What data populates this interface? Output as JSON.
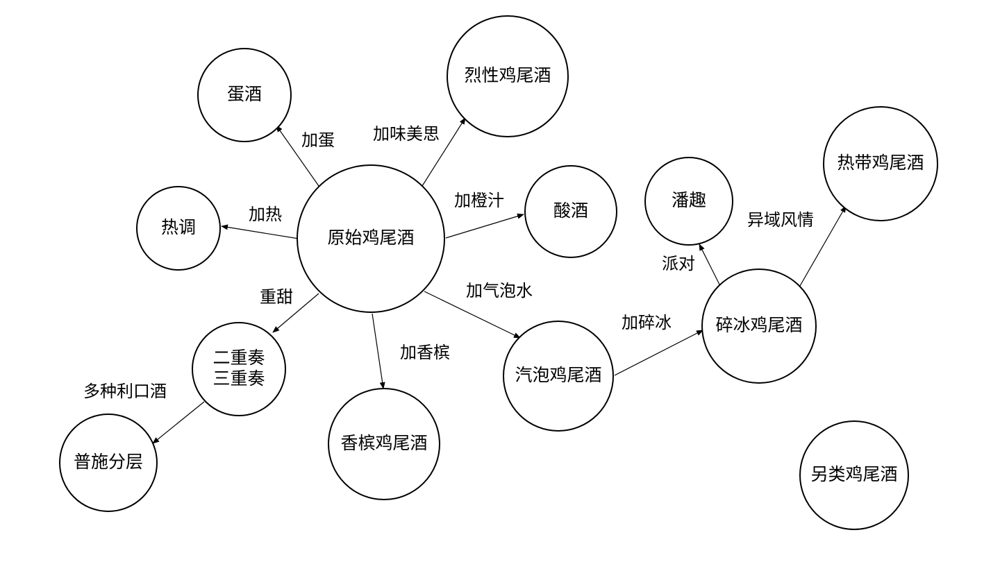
{
  "diagram": {
    "nodes": {
      "origin": {
        "label_lines": [
          "原始鸡尾酒"
        ]
      },
      "egg": {
        "label_lines": [
          "蛋酒"
        ]
      },
      "strong": {
        "label_lines": [
          "烈性鸡尾酒"
        ]
      },
      "hot": {
        "label_lines": [
          "热调"
        ]
      },
      "sour": {
        "label_lines": [
          "酸酒"
        ]
      },
      "duet": {
        "label_lines": [
          "二重奏",
          "三重奏"
        ]
      },
      "champagne": {
        "label_lines": [
          "香槟鸡尾酒"
        ]
      },
      "sparkling": {
        "label_lines": [
          "汽泡鸡尾酒"
        ]
      },
      "layered": {
        "label_lines": [
          "普施分层"
        ]
      },
      "crushed": {
        "label_lines": [
          "碎冰鸡尾酒"
        ]
      },
      "party": {
        "label_lines": [
          "潘趣"
        ]
      },
      "tropical": {
        "label_lines": [
          "热带鸡尾酒"
        ]
      },
      "alternative": {
        "label_lines": [
          "另类鸡尾酒"
        ]
      }
    },
    "edges": [
      {
        "from": "origin",
        "to": "egg",
        "label": "加蛋"
      },
      {
        "from": "origin",
        "to": "strong",
        "label": "加味美思"
      },
      {
        "from": "origin",
        "to": "hot",
        "label": "加热"
      },
      {
        "from": "origin",
        "to": "sour",
        "label": "加橙汁"
      },
      {
        "from": "origin",
        "to": "duet",
        "label": "重甜"
      },
      {
        "from": "origin",
        "to": "champagne",
        "label": "加香槟"
      },
      {
        "from": "origin",
        "to": "sparkling",
        "label": "加气泡水"
      },
      {
        "from": "duet",
        "to": "layered",
        "label": "多种利口酒"
      },
      {
        "from": "sparkling",
        "to": "crushed",
        "label": "加碎冰"
      },
      {
        "from": "crushed",
        "to": "party",
        "label": "派对"
      },
      {
        "from": "crushed",
        "to": "tropical",
        "label": "异域风情"
      }
    ]
  }
}
